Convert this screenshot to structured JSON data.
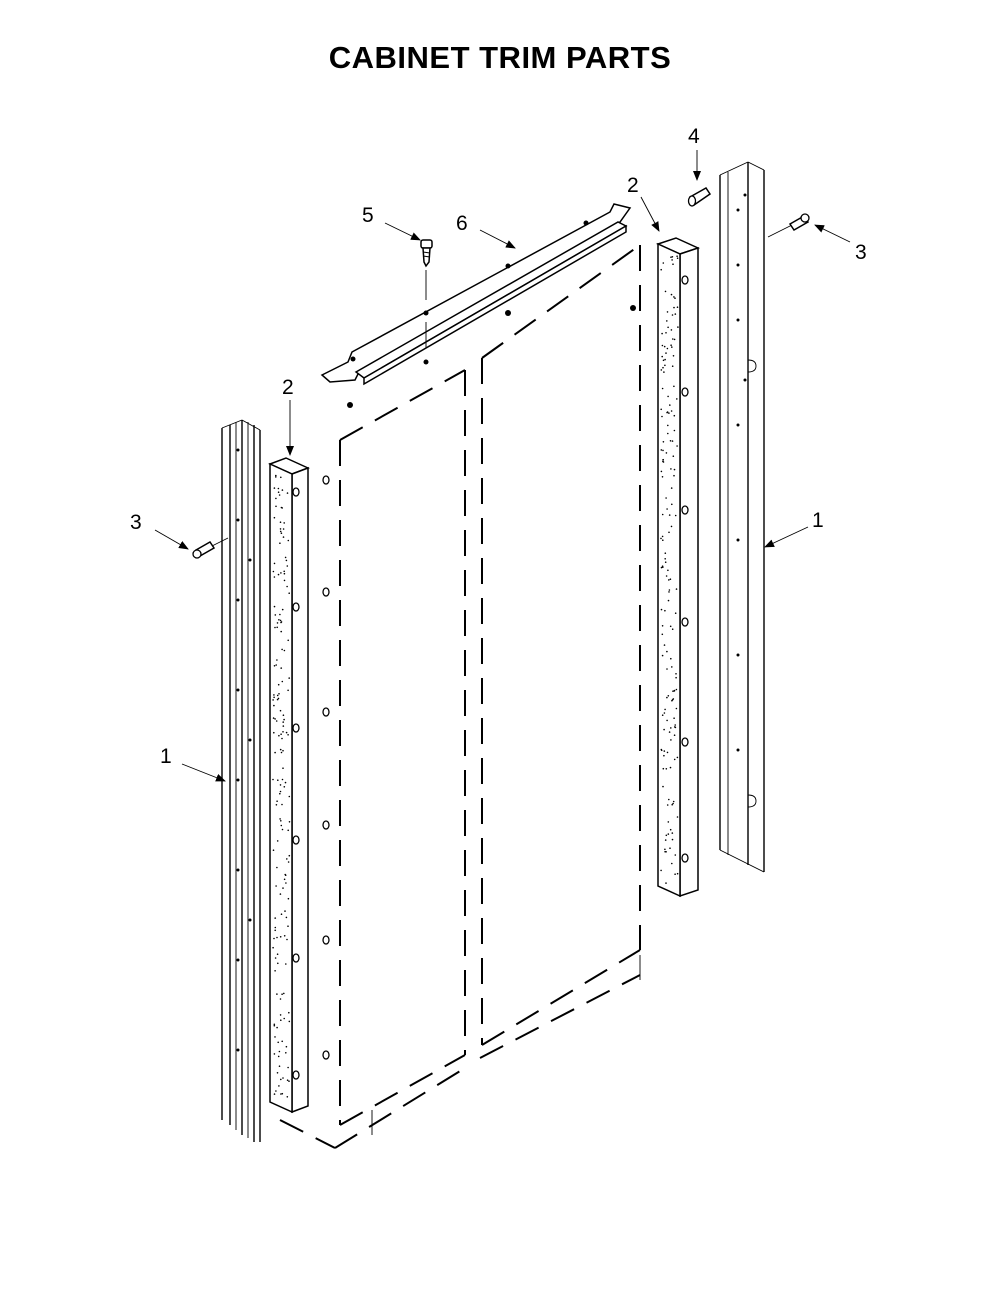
{
  "title": "CABINET TRIM PARTS",
  "callouts": [
    {
      "id": "c4",
      "label": "4"
    },
    {
      "id": "c2r",
      "label": "2"
    },
    {
      "id": "c5",
      "label": "5"
    },
    {
      "id": "c6",
      "label": "6"
    },
    {
      "id": "c3r",
      "label": "3"
    },
    {
      "id": "c2l",
      "label": "2"
    },
    {
      "id": "c3l",
      "label": "3"
    },
    {
      "id": "c1r",
      "label": "1"
    },
    {
      "id": "c1l",
      "label": "1"
    }
  ]
}
